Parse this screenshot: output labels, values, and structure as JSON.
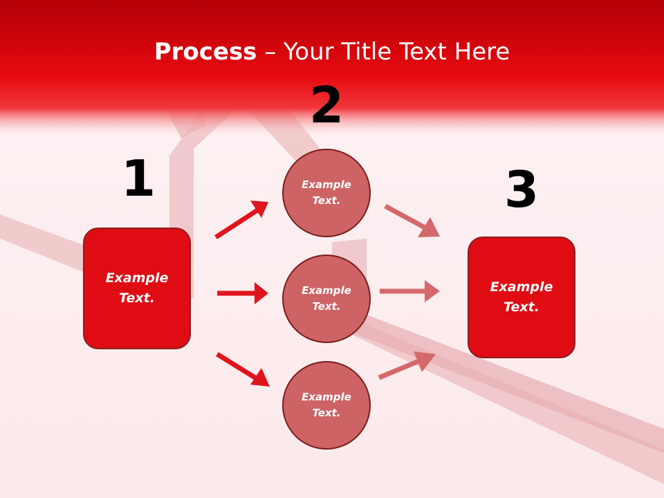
{
  "slide": {
    "title_bold": "Process",
    "title_rest": " – Your Title Text Here",
    "colors": {
      "header": "#e50a0f",
      "box_fill": "#df0c14",
      "circle_fill": "#cd6365",
      "arrow_bright": "#e0141c",
      "arrow_muted": "#d3696b"
    }
  },
  "steps": {
    "step1": {
      "number": "1",
      "text": "Example Text."
    },
    "step2": {
      "number": "2",
      "circles": [
        "Example Text.",
        "Example Text.",
        "Example Text."
      ]
    },
    "step3": {
      "number": "3",
      "text": "Example Text."
    }
  }
}
